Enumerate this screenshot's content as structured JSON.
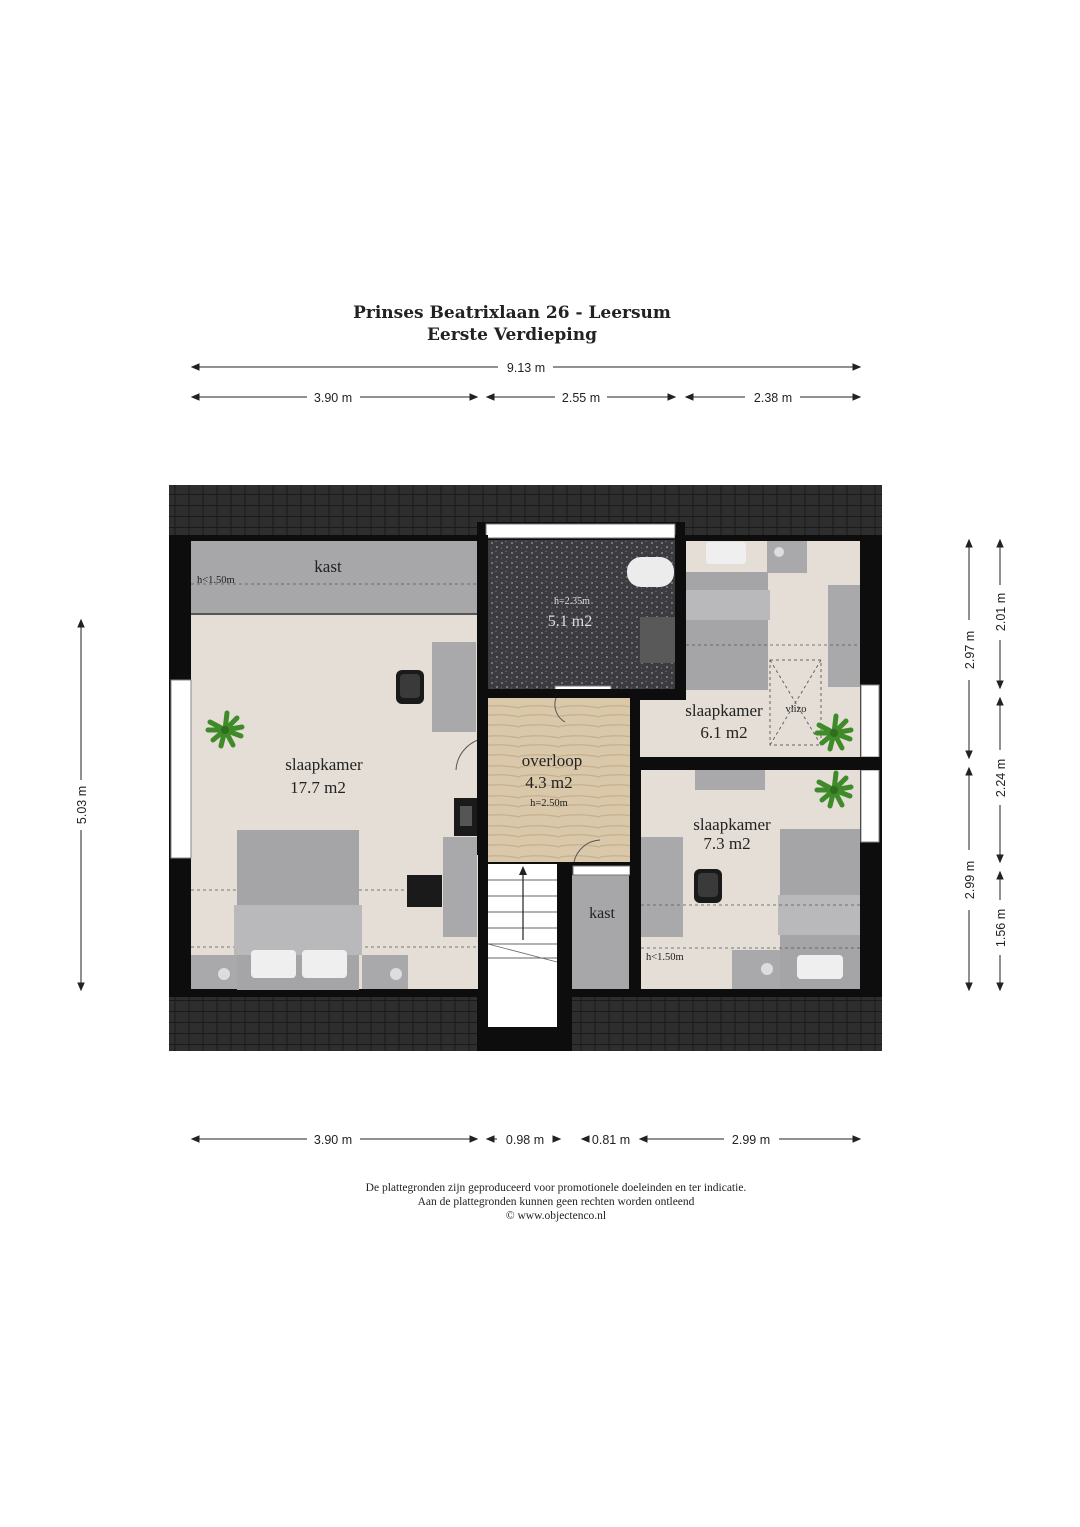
{
  "title": {
    "address": "Prinses Beatrixlaan 26 - Leersum",
    "floor": "Eerste Verdieping"
  },
  "dimensions": {
    "top_total": "9.13 m",
    "top_left": "3.90 m",
    "top_middle": "2.55 m",
    "top_right": "2.38 m",
    "left_height": "5.03 m",
    "right_outer_top": "2.97 m",
    "right_outer_bottom": "2.99 m",
    "right_inner_top": "2.01 m",
    "right_inner_middle": "2.24 m",
    "right_inner_bottom": "1.56 m",
    "bottom_1": "3.90 m",
    "bottom_2": "0.98 m",
    "bottom_3": "0.81 m",
    "bottom_4": "2.99 m"
  },
  "rooms": {
    "kast_top": {
      "name": "kast",
      "height_note": "h<1.50m"
    },
    "bathroom": {
      "height": "h=2.35m",
      "area": "5.1 m2"
    },
    "bedroom_large": {
      "name": "slaapkamer",
      "area": "17.7 m2"
    },
    "landing": {
      "name": "overloop",
      "area": "4.3 m2",
      "height": "h=2.50m"
    },
    "bedroom_small": {
      "name": "slaapkamer",
      "area": "6.1 m2",
      "vlizo": "vlizo"
    },
    "bedroom_medium": {
      "name": "slaapkamer",
      "area": "7.3 m2",
      "height_note": "h<1.50m"
    },
    "kast_bottom": {
      "name": "kast"
    }
  },
  "disclaimer": {
    "line1": "De plattegronden zijn geproduceerd voor promotionele doeleinden en ter indicatie.",
    "line2": "Aan de plattegronden kunnen geen rechten worden ontleend",
    "line3": "© www.objectenco.nl"
  },
  "colors": {
    "roof": "#2d2d2d",
    "wall": "#0d0d0d",
    "carpet": "#e3ddd5",
    "wood": "#d6c4a6",
    "bath_tile": "#3a3a3e",
    "furniture": "#a9a9ab"
  }
}
